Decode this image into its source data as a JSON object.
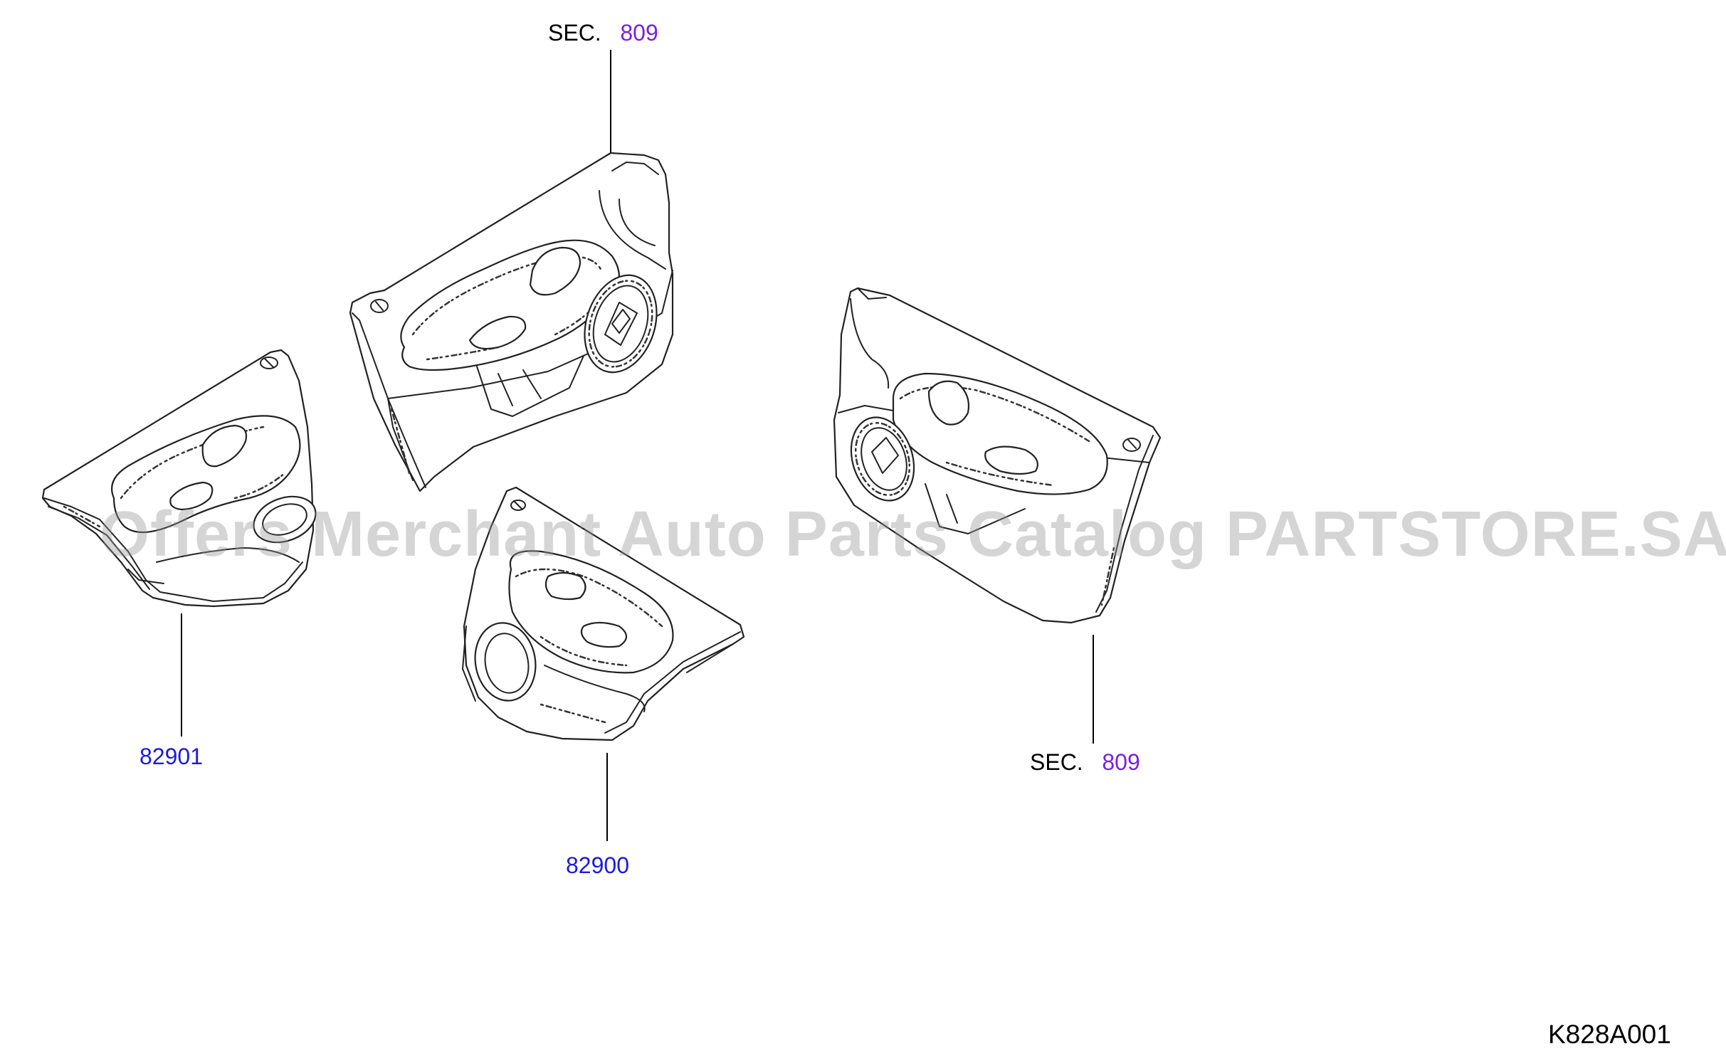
{
  "callouts": {
    "sec_top": {
      "prefix": "SEC.",
      "ref": "809"
    },
    "sec_right": {
      "prefix": "SEC.",
      "ref": "809"
    },
    "part_left": "82901",
    "part_center": "82900"
  },
  "diagram_code": "K828A001",
  "watermark": "Offers Merchant Auto Parts Catalog PARTSTORE.SA",
  "colors": {
    "section_ref": "#7b1fe0",
    "part_ref": "#1a1ae6",
    "watermark": "#969696"
  }
}
